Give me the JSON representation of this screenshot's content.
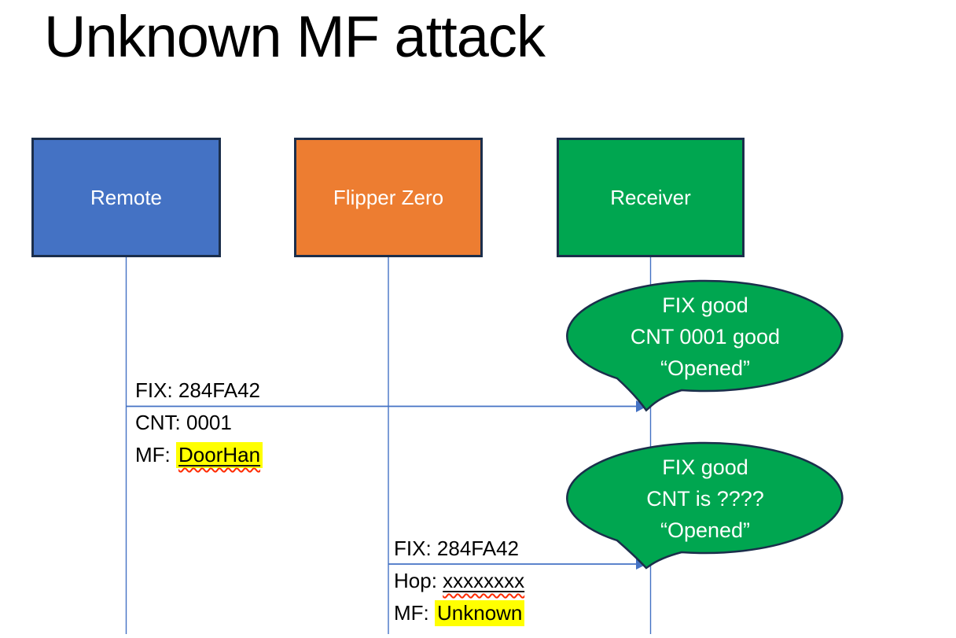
{
  "slide": {
    "title": "Unknown MF attack"
  },
  "colors": {
    "background": "#FFFFFF",
    "remote_fill": "#4472C4",
    "flipper_fill": "#ED7D31",
    "receiver_fill": "#00A650",
    "callout_fill": "#00A650",
    "shape_border": "#1B2E4B",
    "connector": "#4472C4",
    "highlight": "#FFFF00",
    "spell_squiggle": "#FF2A00",
    "text_dark": "#000000",
    "text_light": "#FFFFFF"
  },
  "actors": {
    "remote": {
      "label": "Remote"
    },
    "flipper": {
      "label": "Flipper Zero"
    },
    "receiver": {
      "label": "Receiver"
    }
  },
  "messages": {
    "m1": {
      "line1": "FIX: 284FA42",
      "line2_prefix": "CNT: ",
      "line2_value": "0001",
      "line3_prefix": "MF: ",
      "line3_value": "DoorHan"
    },
    "m2": {
      "line1": "FIX: 284FA42",
      "line2_prefix": "Hop: ",
      "line2_value": "xxxxxxxx",
      "line3_prefix": "MF: ",
      "line3_value": "Unknown"
    }
  },
  "callouts": {
    "c1": {
      "line1": "FIX good",
      "line2": "CNT 0001 good",
      "line3": "“Opened”"
    },
    "c2": {
      "line1": "FIX good",
      "line2": "CNT is ????",
      "line3": "“Opened”"
    }
  }
}
